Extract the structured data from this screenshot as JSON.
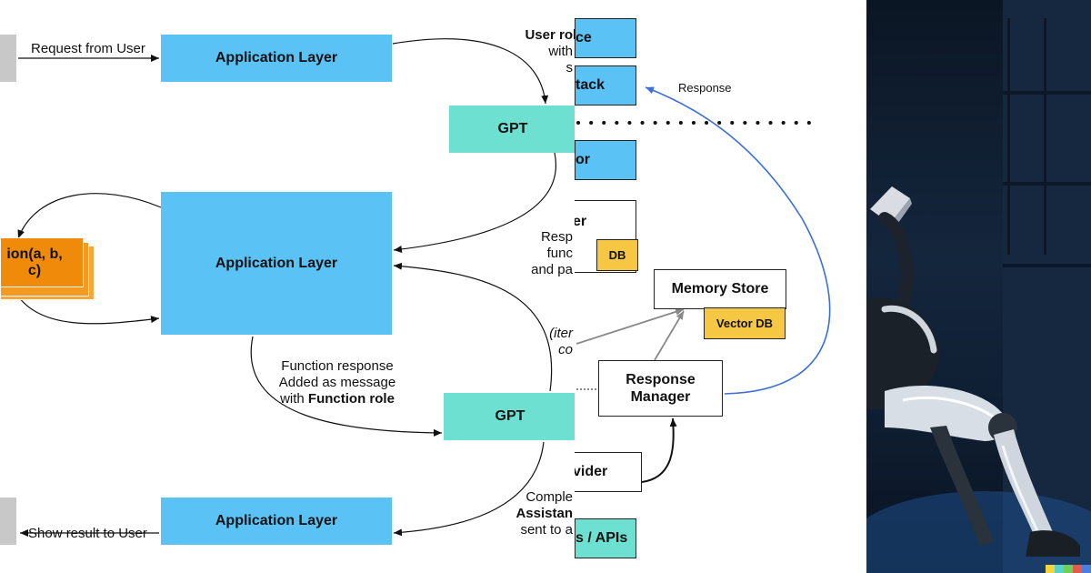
{
  "left": {
    "request_label": "Request from User",
    "app_layer_top": "Application Layer",
    "gpt_top": "GPT",
    "app_layer_mid": "Application Layer",
    "function_box": "ion(a, b, c)",
    "func_response_line1": "Function response",
    "func_response_line2": "Added as message",
    "func_response_line3_pre": "with ",
    "func_response_line3_bold": "Function role",
    "gpt_bottom": "GPT",
    "app_layer_bottom": "Application Layer",
    "show_result_label": "Show result to User",
    "user_role_bold": "User role",
    "user_role_line2": "with",
    "user_role_line3": "s",
    "resp_line1": "Resp",
    "resp_line2": "func",
    "resp_line3": "and pa",
    "iter_line1": "(iter",
    "iter_line2": "co",
    "compl_line1": "Comple",
    "compl_line2": "Assistan",
    "compl_line3": "sent to a"
  },
  "middle": {
    "box_ce": "ce",
    "box_tack": "tack",
    "response_label": "Response",
    "box_or": "or",
    "box_er": "er",
    "db_badge": "DB",
    "memory_store": "Memory Store",
    "vector_db": "Vector DB",
    "response_manager_line1": "Response",
    "response_manager_line2": "Manager",
    "box_vider": "vider",
    "box_apis": "s / APIs"
  },
  "colors": {
    "app_blue": "#5bc2f5",
    "gpt_teal": "#6ee0d2",
    "function_orange": "#f08a0a",
    "db_yellow": "#f5c743",
    "response_arrow_blue": "#3a6fd8"
  }
}
